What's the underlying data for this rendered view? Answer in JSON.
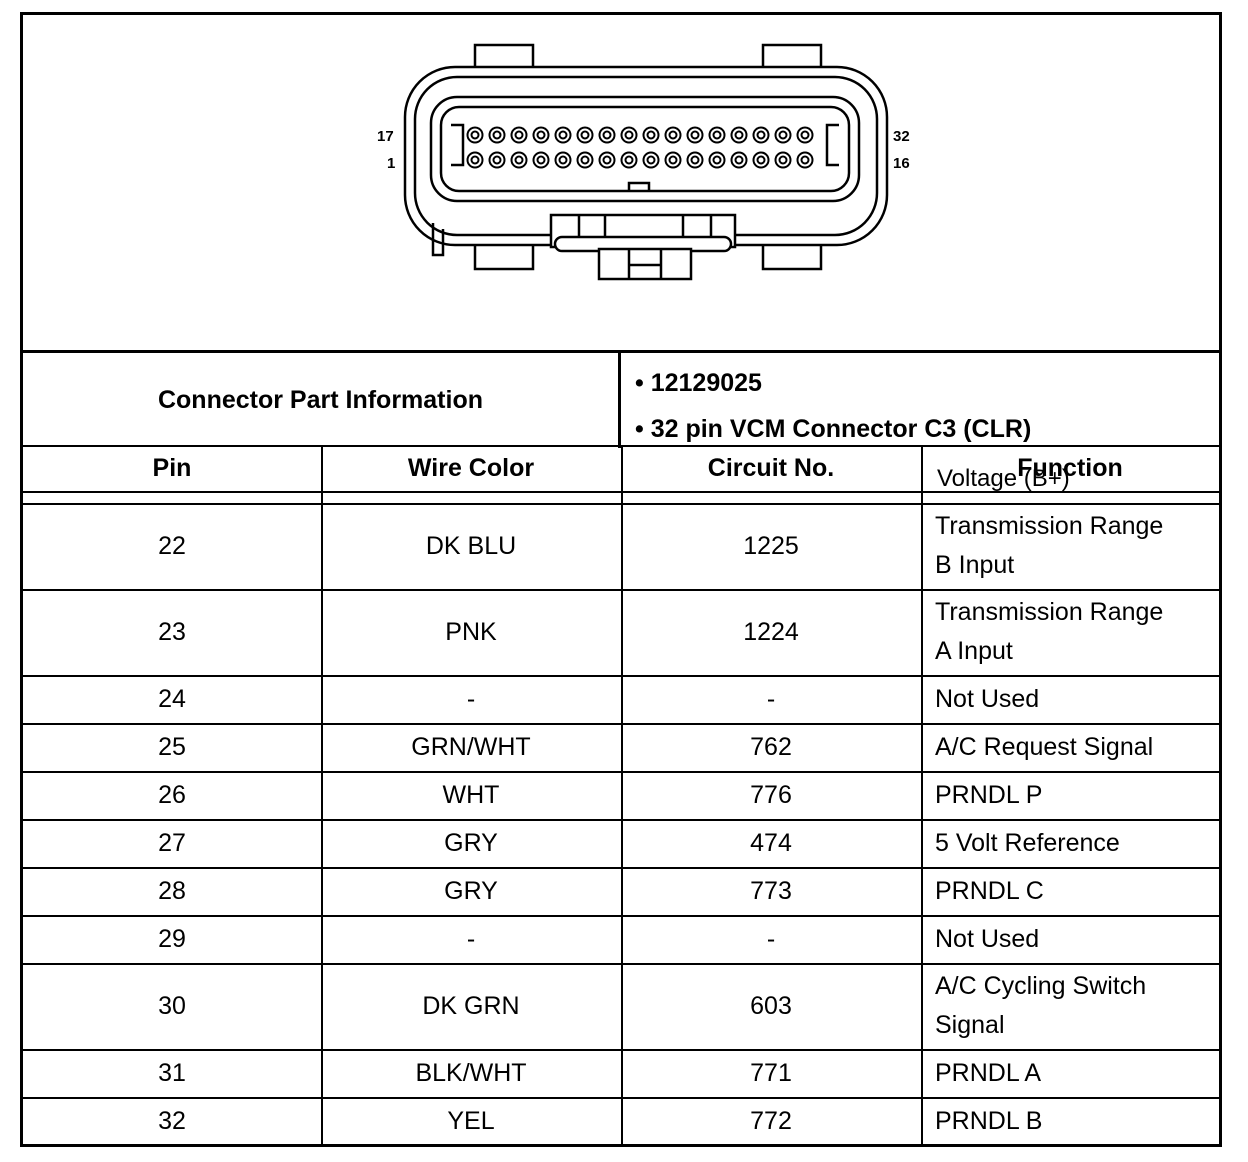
{
  "connector": {
    "pin_labels": {
      "top_left": "17",
      "bottom_left": "1",
      "top_right": "32",
      "bottom_right": "16"
    },
    "pins_per_row": 16
  },
  "info": {
    "label": "Connector Part Information",
    "bullets": [
      "• 12129025",
      "• 32 pin VCM Connector C3 (CLR)"
    ]
  },
  "table": {
    "headers": {
      "pin": "Pin",
      "wire_color": "Wire Color",
      "circuit": "Circuit No.",
      "function": "Function"
    },
    "overlay_function_text": "Voltage (B+)",
    "rows": [
      {
        "pin": "22",
        "wire": "DK BLU",
        "circuit": "1225",
        "func_line1": "Transmission Range",
        "func_line2": "B Input"
      },
      {
        "pin": "23",
        "wire": "PNK",
        "circuit": "1224",
        "func_line1": "Transmission Range",
        "func_line2": "A Input"
      },
      {
        "pin": "24",
        "wire": "-",
        "circuit": "-",
        "func_line1": "Not Used",
        "func_line2": ""
      },
      {
        "pin": "25",
        "wire": "GRN/WHT",
        "circuit": "762",
        "func_line1": "A/C Request Signal",
        "func_line2": ""
      },
      {
        "pin": "26",
        "wire": "WHT",
        "circuit": "776",
        "func_line1": "PRNDL P",
        "func_line2": ""
      },
      {
        "pin": "27",
        "wire": "GRY",
        "circuit": "474",
        "func_line1": "5 Volt Reference",
        "func_line2": ""
      },
      {
        "pin": "28",
        "wire": "GRY",
        "circuit": "773",
        "func_line1": "PRNDL C",
        "func_line2": ""
      },
      {
        "pin": "29",
        "wire": "-",
        "circuit": "-",
        "func_line1": "Not Used",
        "func_line2": ""
      },
      {
        "pin": "30",
        "wire": "DK GRN",
        "circuit": "603",
        "func_line1": "A/C Cycling Switch",
        "func_line2": "Signal"
      },
      {
        "pin": "31",
        "wire": "BLK/WHT",
        "circuit": "771",
        "func_line1": "PRNDL A",
        "func_line2": ""
      },
      {
        "pin": "32",
        "wire": "YEL",
        "circuit": "772",
        "func_line1": "PRNDL B",
        "func_line2": ""
      }
    ]
  }
}
